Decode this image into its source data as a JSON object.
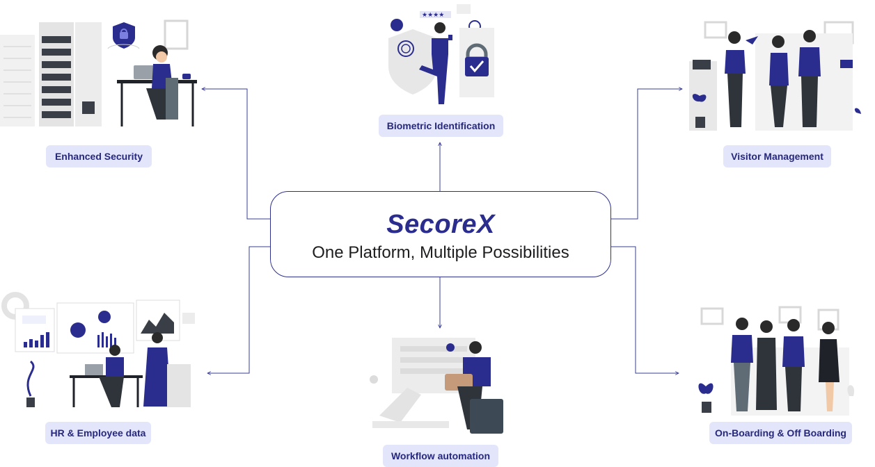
{
  "center": {
    "brand": "SecoreX",
    "tagline": "One Platform, Multiple Possibilities"
  },
  "features": [
    {
      "label": "Enhanced Security",
      "icon": "server-room-security-illustration"
    },
    {
      "label": "Biometric Identification",
      "icon": "biometric-fingerprint-illustration"
    },
    {
      "label": "Visitor Management",
      "icon": "visitor-team-illustration"
    },
    {
      "label": "HR & Employee data",
      "icon": "hr-analytics-illustration"
    },
    {
      "label": "Workflow automation",
      "icon": "workflow-robot-illustration"
    },
    {
      "label": "On-Boarding & Off Boarding",
      "icon": "onboarding-team-illustration"
    }
  ],
  "colors": {
    "accent": "#2b2d8e",
    "pill_bg": "#e3e5fb",
    "line": "#3a3c96",
    "grey": "#e6e6e6"
  }
}
